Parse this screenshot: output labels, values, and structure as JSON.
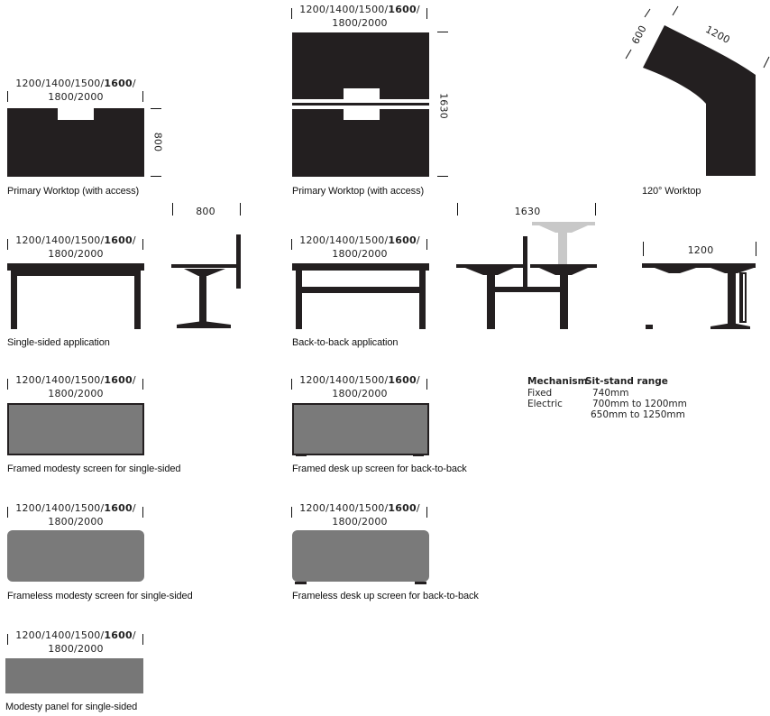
{
  "sizes": {
    "line1_a": "1200/1400/1500/",
    "line1_b": "1600",
    "line1_c": "/",
    "line2": "1800/2000"
  },
  "dims": {
    "d800": "800",
    "d1630": "1630",
    "d600": "600",
    "d1200": "1200"
  },
  "captions": {
    "primary_1": "Primary Worktop (with access)",
    "primary_2": "Primary Worktop (with access)",
    "worktop_120": "120° Worktop",
    "single_sided": "Single-sided application",
    "back_to_back": "Back-to-back application",
    "framed_single": "Framed modesty screen for single-sided",
    "framed_b2b": "Framed desk up screen for back-to-back",
    "frameless_single": "Frameless modesty screen for single-sided",
    "frameless_b2b": "Frameless desk up screen for back-to-back",
    "modesty_panel": "Modesty panel for single-sided"
  },
  "specs": {
    "headers": [
      "Mechanism",
      "Sit-stand range"
    ],
    "rows": [
      [
        "Fixed",
        "740mm"
      ],
      [
        "Electric",
        "700mm to 1200mm"
      ],
      [
        "",
        "650mm to 1250mm"
      ]
    ]
  },
  "colors": {
    "dark": "#231f20",
    "screen": "#7a7a7a",
    "panel": "#777777",
    "ghost": "#c8c8c8"
  }
}
